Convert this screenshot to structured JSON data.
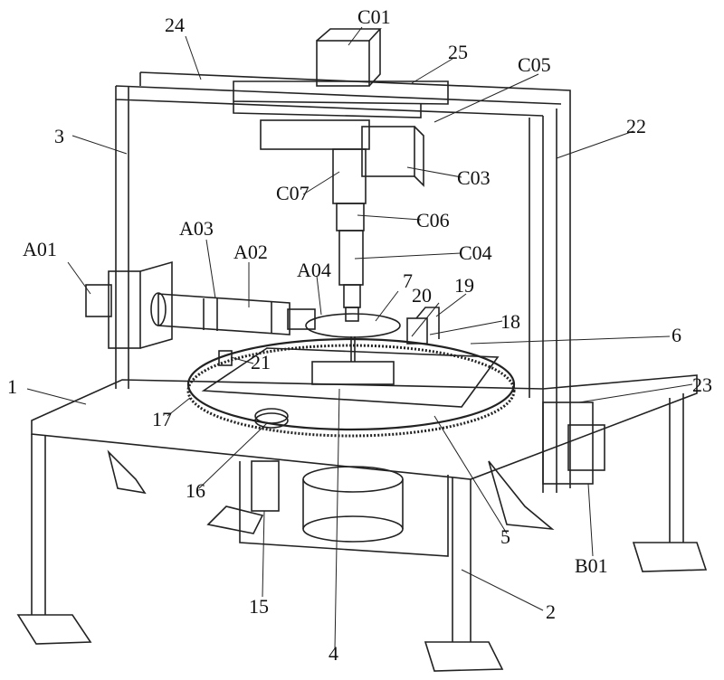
{
  "labels": {
    "C01": "C01",
    "24": "24",
    "25": "25",
    "C05": "C05",
    "3": "3",
    "22": "22",
    "C03": "C03",
    "C07": "C07",
    "C06": "C06",
    "A03": "A03",
    "A02": "A02",
    "C04": "C04",
    "A01": "A01",
    "A04": "A04",
    "7": "7",
    "20": "20",
    "19": "19",
    "18": "18",
    "6": "6",
    "21": "21",
    "1": "1",
    "23": "23",
    "17": "17",
    "16": "16",
    "5": "5",
    "B01": "B01",
    "15": "15",
    "2": "2",
    "4": "4"
  }
}
